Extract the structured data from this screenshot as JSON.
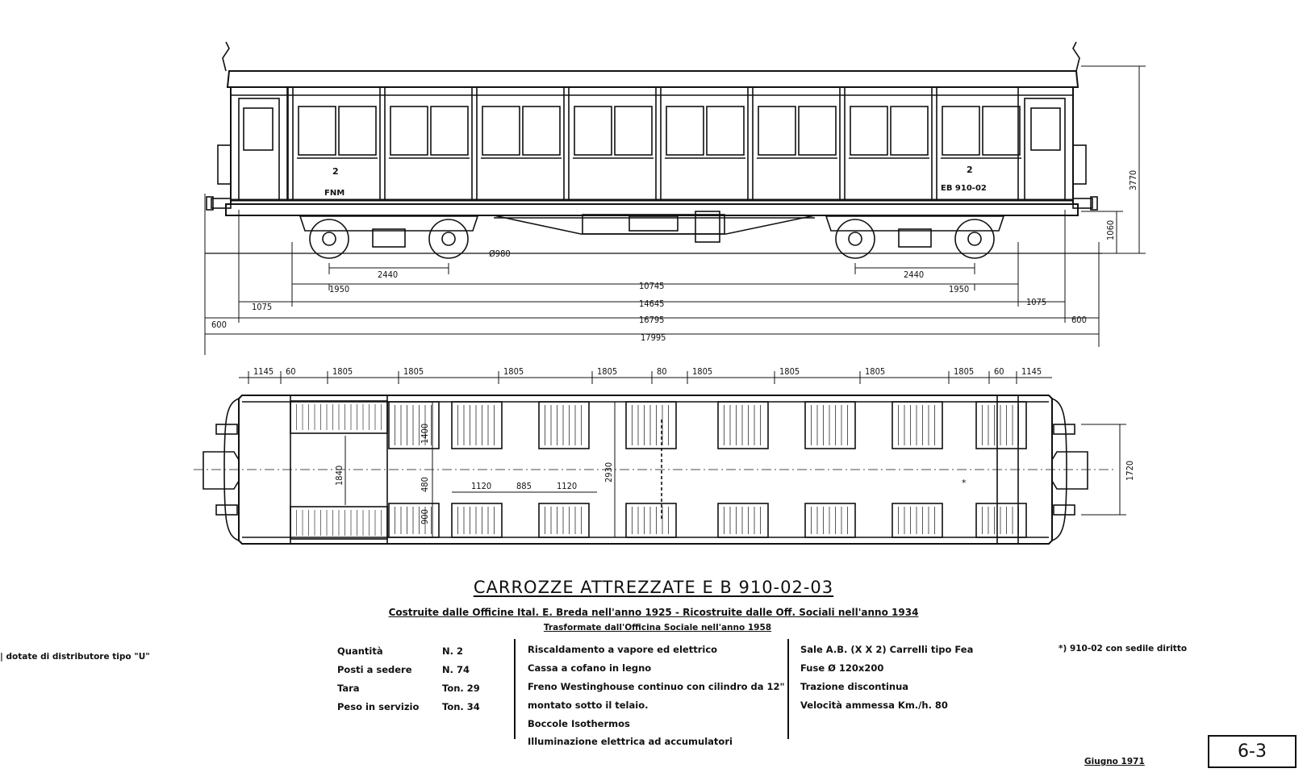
{
  "title": "CARROZZE ATTREZZATE  E B 910-02-03",
  "subtitle": "Costruite  dalle Officine Ital. E. Breda  nell'anno 1925 - Ricostruite dalle Off. Sociali  nell'anno 1934",
  "subtitle2": "Trasformate  dall'Officina Sociale  nell'anno  1958",
  "left_note": "| dotate di distributore tipo \"U\"",
  "specs": [
    {
      "label": "Quantità",
      "value": "N. 2"
    },
    {
      "label": "Posti a sedere",
      "value": "N. 74"
    },
    {
      "label": "Tara",
      "value": "Ton. 29"
    },
    {
      "label": "Peso in servizio",
      "value": "Ton. 34"
    }
  ],
  "features": [
    "Riscaldamento a vapore ed elettrico",
    "Cassa a cofano in legno",
    "Freno Westinghouse continuo con cilindro da 12\"",
    "montato sotto il telaio.",
    "Boccole Isothermos",
    "Illuminazione elettrica ad accumulatori"
  ],
  "tech": [
    "Sale A.B. (X X 2) Carrelli tipo Fea",
    "Fuse Ø 120x200",
    "Trazione discontinua",
    "Velocità ammessa Km./h. 80"
  ],
  "footnote": "*) 910-02 con sedile diritto",
  "date": "Giugno 1971",
  "sheet_number": "6-3",
  "car_markings": {
    "left_class": "2",
    "left_owner": "FNM",
    "right_class": "2",
    "right_number": "EB 910-02"
  },
  "side_dims": {
    "bogie_left": "2440",
    "bogie_right": "2440",
    "wheel": "Ø980",
    "pivot_left": "1950",
    "pivot_right": "1950",
    "pivots": "10745",
    "body": "14645",
    "overhang_left": "1075",
    "overhang_right": "1075",
    "buffers": "16795",
    "buffer_left": "600",
    "buffer_right": "600",
    "total": "17995",
    "height_total": "3770",
    "height_floor": "1060"
  },
  "plan_dims": {
    "top": [
      "1145",
      "60",
      "1805",
      "1805",
      "1805",
      "1805",
      "80",
      "1805",
      "1805",
      "1805",
      "1805",
      "60",
      "1145"
    ],
    "aisle": "1400",
    "gap": "480",
    "bench": "900",
    "width": "2930",
    "vest": "1840",
    "seat_a": "1120",
    "seat_gap": "885",
    "seat_b": "1120",
    "bogie_width": "1720"
  }
}
